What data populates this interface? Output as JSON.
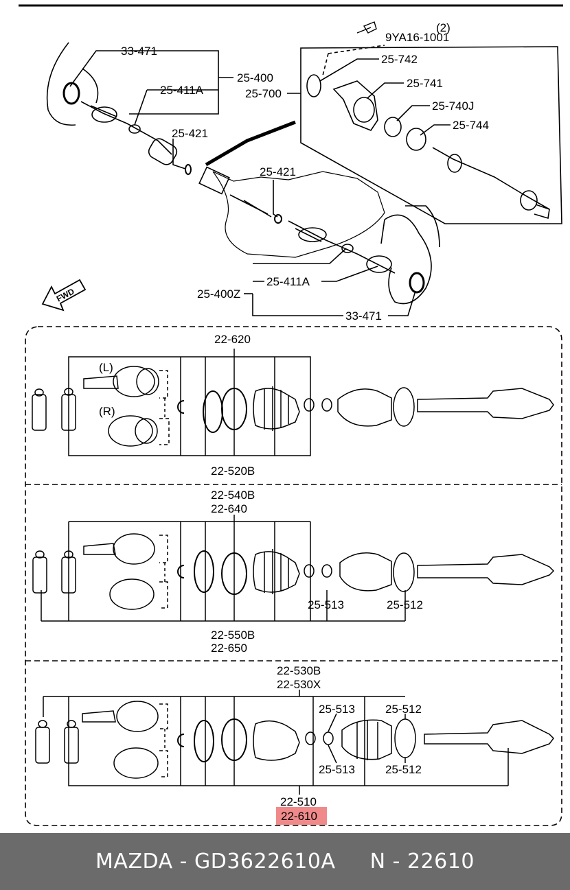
{
  "labels": {
    "l_33471_top": "33-471",
    "l_25400": "25-400",
    "l_25411a_top": "25-411A",
    "l_25421_a": "25-421",
    "l_25421_b": "25-421",
    "l_25700": "25-700",
    "l_9ya": "9YA16-1001",
    "l_2": "(2)",
    "l_25742": "25-742",
    "l_25741": "25-741",
    "l_25740j": "25-740J",
    "l_25744": "25-744",
    "l_25400z": "25-400Z",
    "l_25411a_bot": "25-411A",
    "l_33471_bot": "33-471",
    "l_fwd": "FWD",
    "p1_22620": "22-620",
    "p1_22520b": "22-520B",
    "p1_L": "(L)",
    "p1_R": "(R)",
    "p2_22540b": "22-540B",
    "p2_22640": "22-640",
    "p2_25513": "25-513",
    "p2_25512": "25-512",
    "p2_22550b": "22-550B",
    "p2_22650": "22-650",
    "p3_22530b": "22-530B",
    "p3_22530x": "22-530X",
    "p3_25513_top": "25-513",
    "p3_25512_top": "25-512",
    "p3_25513_bot": "25-513",
    "p3_25512_bot": "25-512",
    "p3_22510": "22-510",
    "p3_22610": "22-610"
  },
  "highlight_color": "#f08a8a",
  "footer": {
    "brand": "MAZDA",
    "sep": " - ",
    "part_number": "GD3622610A",
    "gap": "     ",
    "ref": "N - 22610"
  }
}
